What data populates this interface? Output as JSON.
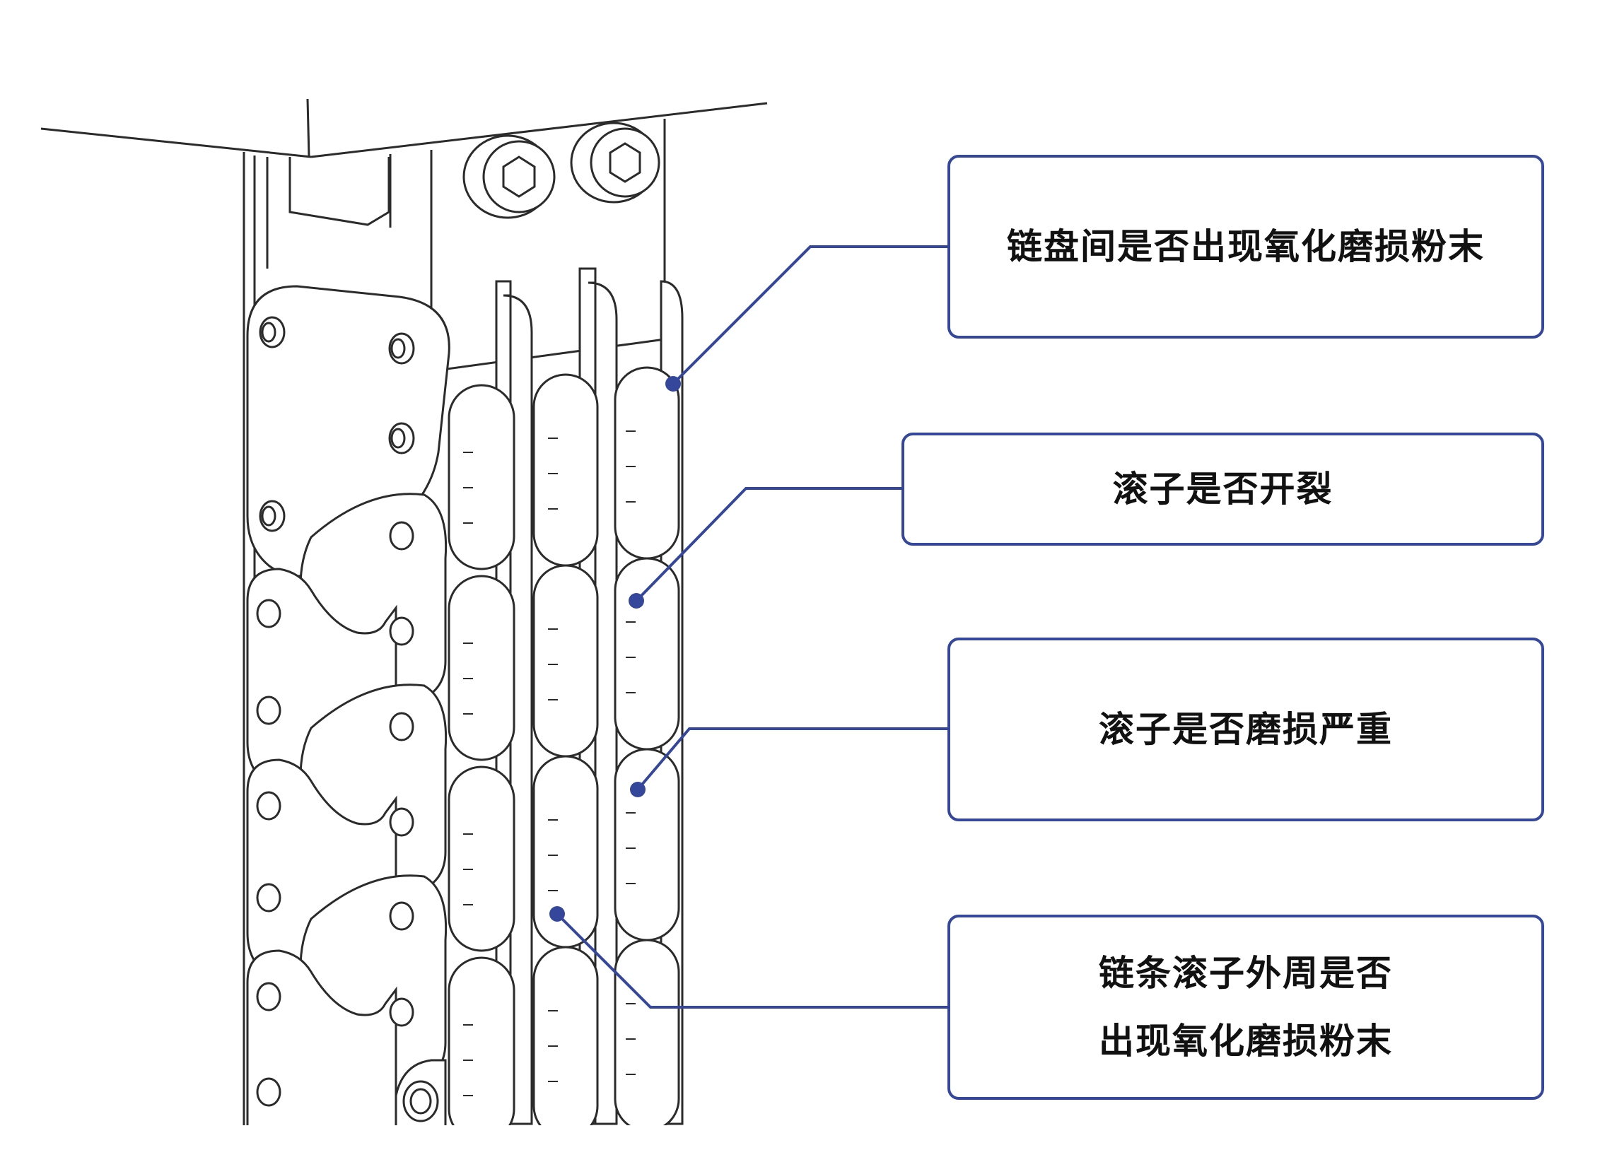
{
  "colors": {
    "accent": "#34479a",
    "line_art": "#2b2b2b"
  },
  "callouts": [
    {
      "lines": [
        "链盘间是否出现氧化磨损粉末"
      ]
    },
    {
      "lines": [
        "滚子是否开裂"
      ]
    },
    {
      "lines": [
        "滚子是否磨损严重"
      ]
    },
    {
      "lines": [
        "链条滚子外周是否",
        "出现氧化磨损粉末"
      ]
    }
  ]
}
